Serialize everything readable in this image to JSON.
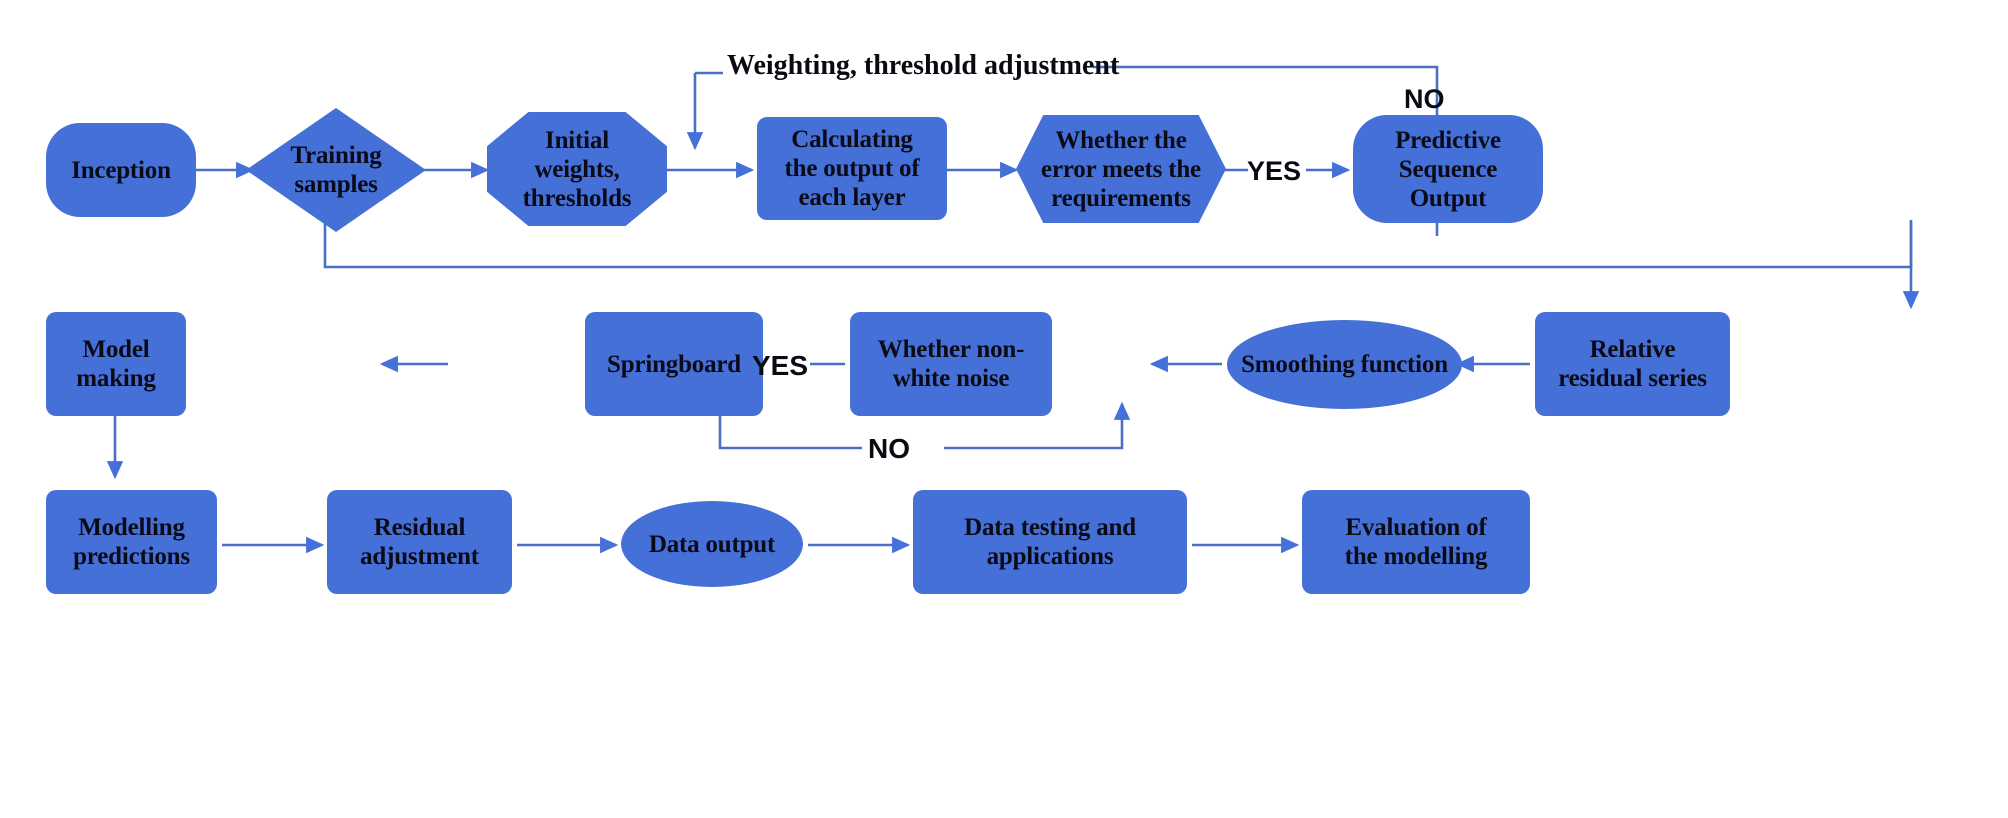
{
  "diagram": {
    "title": "Neural network and residual modelling prediction flowchart",
    "colors": {
      "node_fill": "#4570d8",
      "node_text": "#0b0b18",
      "connector": "#4a6fc4",
      "background": "#ffffff"
    },
    "nodes": [
      {
        "id": "inception",
        "label": "Inception",
        "shape": "rounded-rectangle"
      },
      {
        "id": "training_samples",
        "label": "Training\nsamples",
        "shape": "diamond"
      },
      {
        "id": "initial_weights",
        "label": "Initial\nweights,\nthresholds",
        "shape": "octagon"
      },
      {
        "id": "calculating",
        "label": "Calculating\nthe output of\neach layer",
        "shape": "rectangle"
      },
      {
        "id": "error_check",
        "label": "Whether the\nerror meets the\nrequirements",
        "shape": "hexagon"
      },
      {
        "id": "predictive_out",
        "label": "Predictive\nSequence\nOutput",
        "shape": "rounded-rectangle"
      },
      {
        "id": "relative_resid",
        "label": "Relative\nresidual series",
        "shape": "rectangle"
      },
      {
        "id": "smoothing",
        "label": "Smoothing function",
        "shape": "ellipse"
      },
      {
        "id": "nonwhite_noise",
        "label": "Whether non-\nwhite noise",
        "shape": "rectangle"
      },
      {
        "id": "springboard",
        "label": "Springboard",
        "shape": "rectangle"
      },
      {
        "id": "model_making",
        "label": "Model\nmaking",
        "shape": "rectangle"
      },
      {
        "id": "modelling_pred",
        "label": "Modelling\npredictions",
        "shape": "rectangle"
      },
      {
        "id": "residual_adj",
        "label": "Residual\nadjustment",
        "shape": "rectangle"
      },
      {
        "id": "data_output",
        "label": "Data output",
        "shape": "ellipse"
      },
      {
        "id": "data_testing",
        "label": "Data testing and\napplications",
        "shape": "rectangle"
      },
      {
        "id": "evaluation",
        "label": "Evaluation of\nthe modelling",
        "shape": "rectangle"
      }
    ],
    "edge_labels": {
      "weighting_adjustment": "Weighting, threshold adjustment",
      "no_top": "NO",
      "yes_top": "YES",
      "yes_mid": "YES",
      "no_mid": "NO"
    }
  }
}
